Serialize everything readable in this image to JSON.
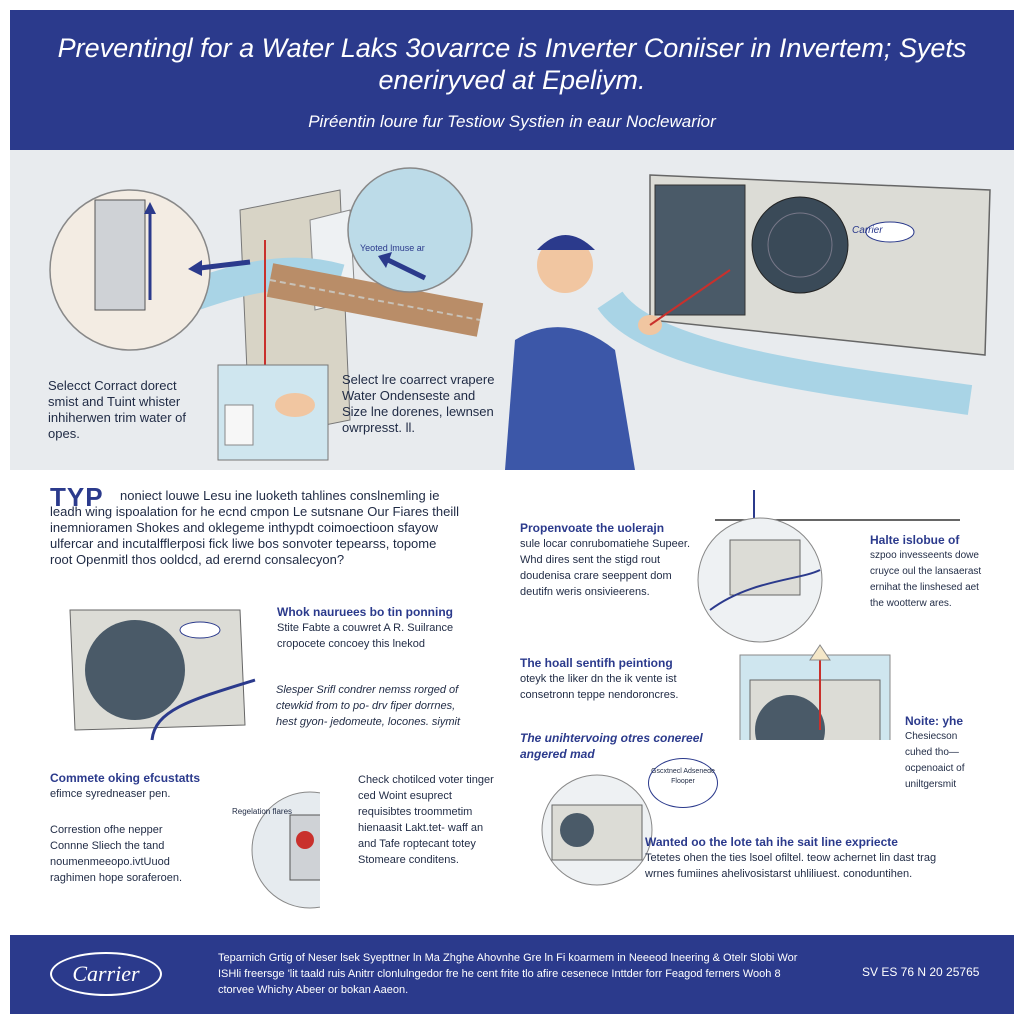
{
  "header": {
    "title": "Preventingl for a Water Laks 3ovarrce is Inverter Coniiser in Invertem; Syets eneriryved at Epeliym.",
    "subtitle": "Piréentin loure fur Testiow Systien in eaur Noclewarior"
  },
  "hero": {
    "inset_label": "Yeoted lmuse ar",
    "unit_brand": "Carrier",
    "callout_left": "Selecct Corract dorect smist and Tuint whister inhiherwen trim water of opes.",
    "callout_center": "Select lre coarrect vrapere Water Ondenseste and Size lne dorenes, lewnsen owrpresst. ll."
  },
  "typ": {
    "label": "TYP",
    "intro": "noniect louwe Lesu ine luoketh tahlines conslnemling ie leadh wing ispoalation for he ecnd cmpon Le sutsnane Our Fiares theill inemnioramen Shokes and oklegeme inthypdt coimoectioon sfayow ulfercar and incutalfflerposi fick liwe bos sonvoter tepearss, topome root Openmitl thos ooldcd, ad erernd consalecyon?"
  },
  "sections": {
    "whok_title": "Whok nauruees bo tin ponning",
    "whok_body": "Stite Fabte a couwret A R. Suilrance cropocete concoey this lnekod",
    "sleeper": "Slesper Srifl condrer nemss rorged of ctewkid from to po- drv fiper dorrnes, hest gyon- jedomeute, locones. siymit",
    "commete_title": "Commete oking efcustatts",
    "commete_body": "efimce syredneaser pen.",
    "corrosion": "Correstion ofhe nepper Connne Sliech the tand noumenmeeopo.ivtUuod raghimen hope soraferoen.",
    "check": "Check chotilced voter tinger ced Woint esuprect requisibtes troommetim hienaasit Lakt.tet- waff an and Tafe roptecant totey Stomeare conditens.",
    "valve_label": "Regelation flares",
    "propen_title": "Propenvoate the uolerajn",
    "propen_body": "sule locar conrubomatiehe Supeer. Whd dires sent the stigd rout doudenisa crare seeppent dom deutifn weris onsivieerens.",
    "halte_title": "Halte islobue of",
    "halte_body": "szpoo invesseents dowe cruyce oul the lansaerast ernihat the linshesed aet the wootterw ares.",
    "hoall_title": "The hoall sentifh peintiong",
    "hoall_body": "oteyk the liker dn the ik vente ist consetronn teppe nendoroncres.",
    "uniter_title": "The unihtervoing otres conereel angered mad",
    "badge": "Gscxtnecl Adsenede Flooper",
    "note_title": "Noite: yhe",
    "note_body": "Chesiecson cuhed tho— ocpenoaict of uniltgersmit",
    "wanted_title": "Wanted oo the lote tah ihe sait line expriecte",
    "wanted_body": "Tetetes ohen the ties lsoel ofiltel. teow achernet lin dast trag wrnes fumiines ahelivosistarst uhliliuest. conoduntihen."
  },
  "footer": {
    "logo": "Carrier",
    "text": "Teparnich Grtig of Neser lsek Syepttner ln Ma Zhghe Ahovnhe Gre ln Fi koarmem in Neeeod lneering & Otelr Slobi Wor ISHli freersge 'lit taald ruis Anitrr clonlulngedor fre he cent frite tlo afire cesenece Inttder forr Feagod ferners Wooh 8 ctorvee Whichy Abeer or bokan Aaeon.",
    "code": "SV ES 76 N 20 25765"
  },
  "colors": {
    "navy": "#2b3a8c",
    "pipe": "#a9d4e6",
    "refrigerant_red": "#c9302c",
    "unit_gray": "#dcdcd6"
  }
}
